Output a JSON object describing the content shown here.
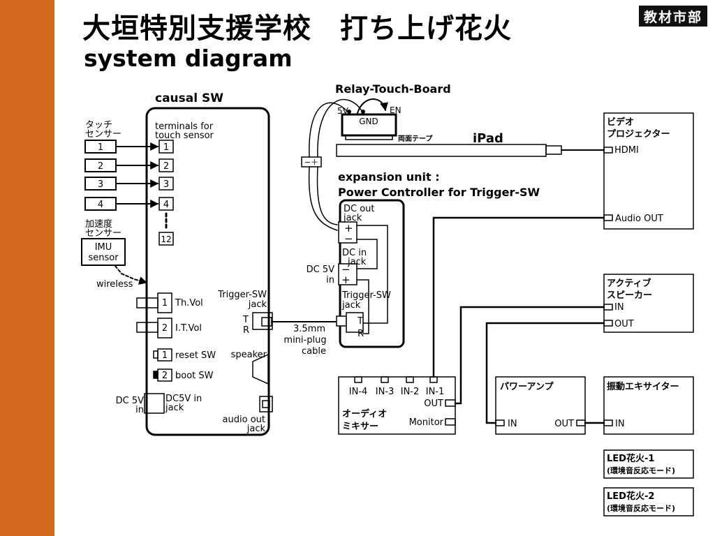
{
  "header": {
    "title": "大垣特別支援学校　打ち上げ花火",
    "subtitle": "system diagram",
    "logo_text": "教材市部"
  },
  "causal": {
    "title": "causal SW",
    "terminals_label_1": "terminals for",
    "terminals_label_2": "touch sensor",
    "touch_label_1": "タッチ",
    "touch_label_2": "センサー",
    "sensors": [
      "1",
      "2",
      "3",
      "4"
    ],
    "terminals": [
      "1",
      "2",
      "3",
      "4",
      "12"
    ],
    "accel_label_1": "加速度",
    "accel_label_2": "センサー",
    "imu_1": "IMU",
    "imu_2": "sensor",
    "wireless": "wireless",
    "vol1_num": "1",
    "vol1": "Th.Vol",
    "vol2_num": "2",
    "vol2": "I.T.Vol",
    "sw1_num": "1",
    "sw1": "reset SW",
    "sw2_num": "2",
    "sw2": "boot SW",
    "dc_in_1": "DC 5V",
    "dc_in_2": "in",
    "dc_jack_1": "DC5V in",
    "dc_jack_2": "jack",
    "trig_1": "Trigger-SW",
    "trig_2": "jack",
    "t": "T",
    "r": "R",
    "speaker": "speaker",
    "audio_1": "audio out",
    "audio_2": "jack"
  },
  "cable": {
    "l1": "3.5mm",
    "l2": "mini-plug",
    "l3": "cable"
  },
  "relay": {
    "title": "Relay-Touch-Board",
    "v5": "5V",
    "gnd": "GND",
    "en": "EN",
    "tape": "両面テープ",
    "ipad": "iPad",
    "battery": "−＋"
  },
  "expansion": {
    "title_1": "expansion unit :",
    "title_2": "Power Controller for Trigger-SW",
    "dcout_1": "DC out",
    "dcout_2": "jack",
    "plus": "+",
    "minus": "−",
    "dcin_1": "DC in",
    "dcin_2": "jack",
    "ext_dc_1": "DC 5V",
    "ext_dc_2": "in",
    "trig_1": "Trigger-SW",
    "trig_2": "jack",
    "t": "T",
    "r": "R"
  },
  "projector": {
    "title_1": "ビデオ",
    "title_2": "プロジェクター",
    "hdmi": "HDMI",
    "audio_out": "Audio OUT"
  },
  "speaker_box": {
    "title_1": "アクティブ",
    "title_2": "スピーカー",
    "in": "IN",
    "out": "OUT"
  },
  "mixer": {
    "inputs": [
      "IN-4",
      "IN-3",
      "IN-2",
      "IN-1"
    ],
    "out": "OUT",
    "monitor": "Monitor",
    "title_1": "オーディオ",
    "title_2": "ミキサー"
  },
  "amp": {
    "title": "パワーアンプ",
    "in": "IN",
    "out": "OUT"
  },
  "exciter": {
    "title": "振動エキサイター",
    "in": "IN"
  },
  "led1": {
    "title": "LED花火-1",
    "sub": "(環境音反応モード)"
  },
  "led2": {
    "title": "LED花火-2",
    "sub": "(環境音反応モード)"
  }
}
